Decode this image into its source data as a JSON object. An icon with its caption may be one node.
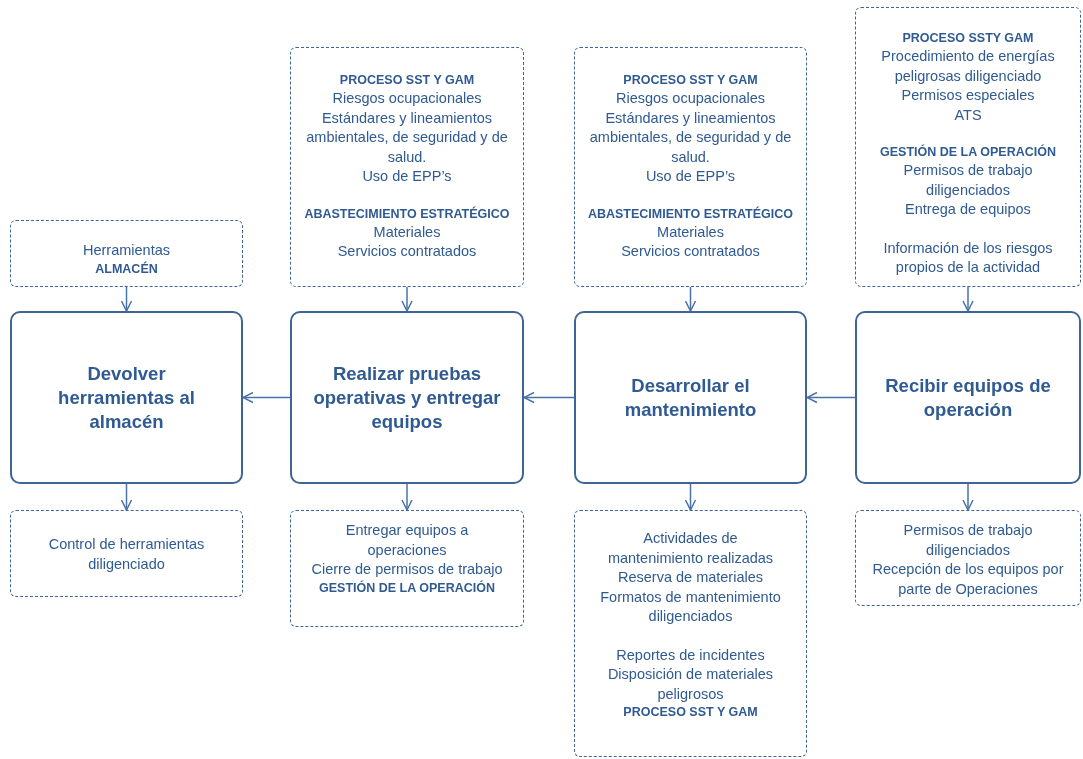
{
  "diagram": {
    "nodes": [
      {
        "text": [
          "Herramientas",
          "ALMACÉN"
        ]
      },
      {
        "text": [
          "PROCESO SST Y GAM",
          "Riesgos ocupacionales",
          "Estándares y lineamientos ambientales, de seguridad y de salud.",
          "Uso de EPP’s",
          "ABASTECIMIENTO ESTRATÉGICO",
          "Materiales",
          "Servicios contratados"
        ]
      },
      {
        "text": [
          "PROCESO SST Y GAM",
          "Riesgos ocupacionales",
          "Estándares y lineamientos ambientales, de seguridad y de salud.",
          "Uso de EPP’s",
          "ABASTECIMIENTO ESTRATÉGICO",
          "Materiales",
          "Servicios contratados"
        ]
      },
      {
        "text": [
          "PROCESO SSTY GAM",
          "Procedimiento de energías peligrosas diligenciado",
          "Permisos especiales",
          "ATS",
          "GESTIÓN DE LA OPERACIÓN",
          "Permisos de trabajo diligenciados",
          "Entrega de equipos",
          "Información de los riesgos propios de la actividad"
        ]
      },
      {
        "text": [
          "Devolver herramientas al almacén"
        ]
      },
      {
        "text": [
          "Realizar pruebas operativas y entregar equipos"
        ]
      },
      {
        "text": [
          "Desarrollar el mantenimiento"
        ]
      },
      {
        "text": [
          "Recibir equipos de operación"
        ]
      },
      {
        "text": [
          "Control de herramientas diligenciado"
        ]
      },
      {
        "text": [
          "Entregar equipos a operaciones",
          "Cierre de permisos de trabajo",
          "GESTIÓN DE LA OPERACIÓN"
        ]
      },
      {
        "text": [
          "Actividades de mantenimiento realizadas",
          "Reserva de materiales",
          "Formatos de mantenimiento diligenciados",
          "Reportes de incidentes",
          "Disposición de materiales peligrosos",
          "PROCESO SST Y GAM"
        ]
      },
      {
        "text": [
          "Permisos de trabajo diligenciados",
          "Recepción de los equipos por parte de Operaciones"
        ]
      }
    ],
    "edges": [
      {
        "from": 0,
        "to": 4,
        "arrow": "to"
      },
      {
        "from": 1,
        "to": 5,
        "arrow": "to"
      },
      {
        "from": 2,
        "to": 6,
        "arrow": "to"
      },
      {
        "from": 3,
        "to": 7,
        "arrow": "to"
      },
      {
        "from": 7,
        "to": 6,
        "arrow": "to"
      },
      {
        "from": 6,
        "to": 5,
        "arrow": "to"
      },
      {
        "from": 5,
        "to": 4,
        "arrow": "to"
      },
      {
        "from": 4,
        "to": 8,
        "arrow": "to"
      },
      {
        "from": 5,
        "to": 9,
        "arrow": "to"
      },
      {
        "from": 6,
        "to": 10,
        "arrow": "to"
      },
      {
        "from": 7,
        "to": 11,
        "arrow": "to"
      }
    ]
  }
}
